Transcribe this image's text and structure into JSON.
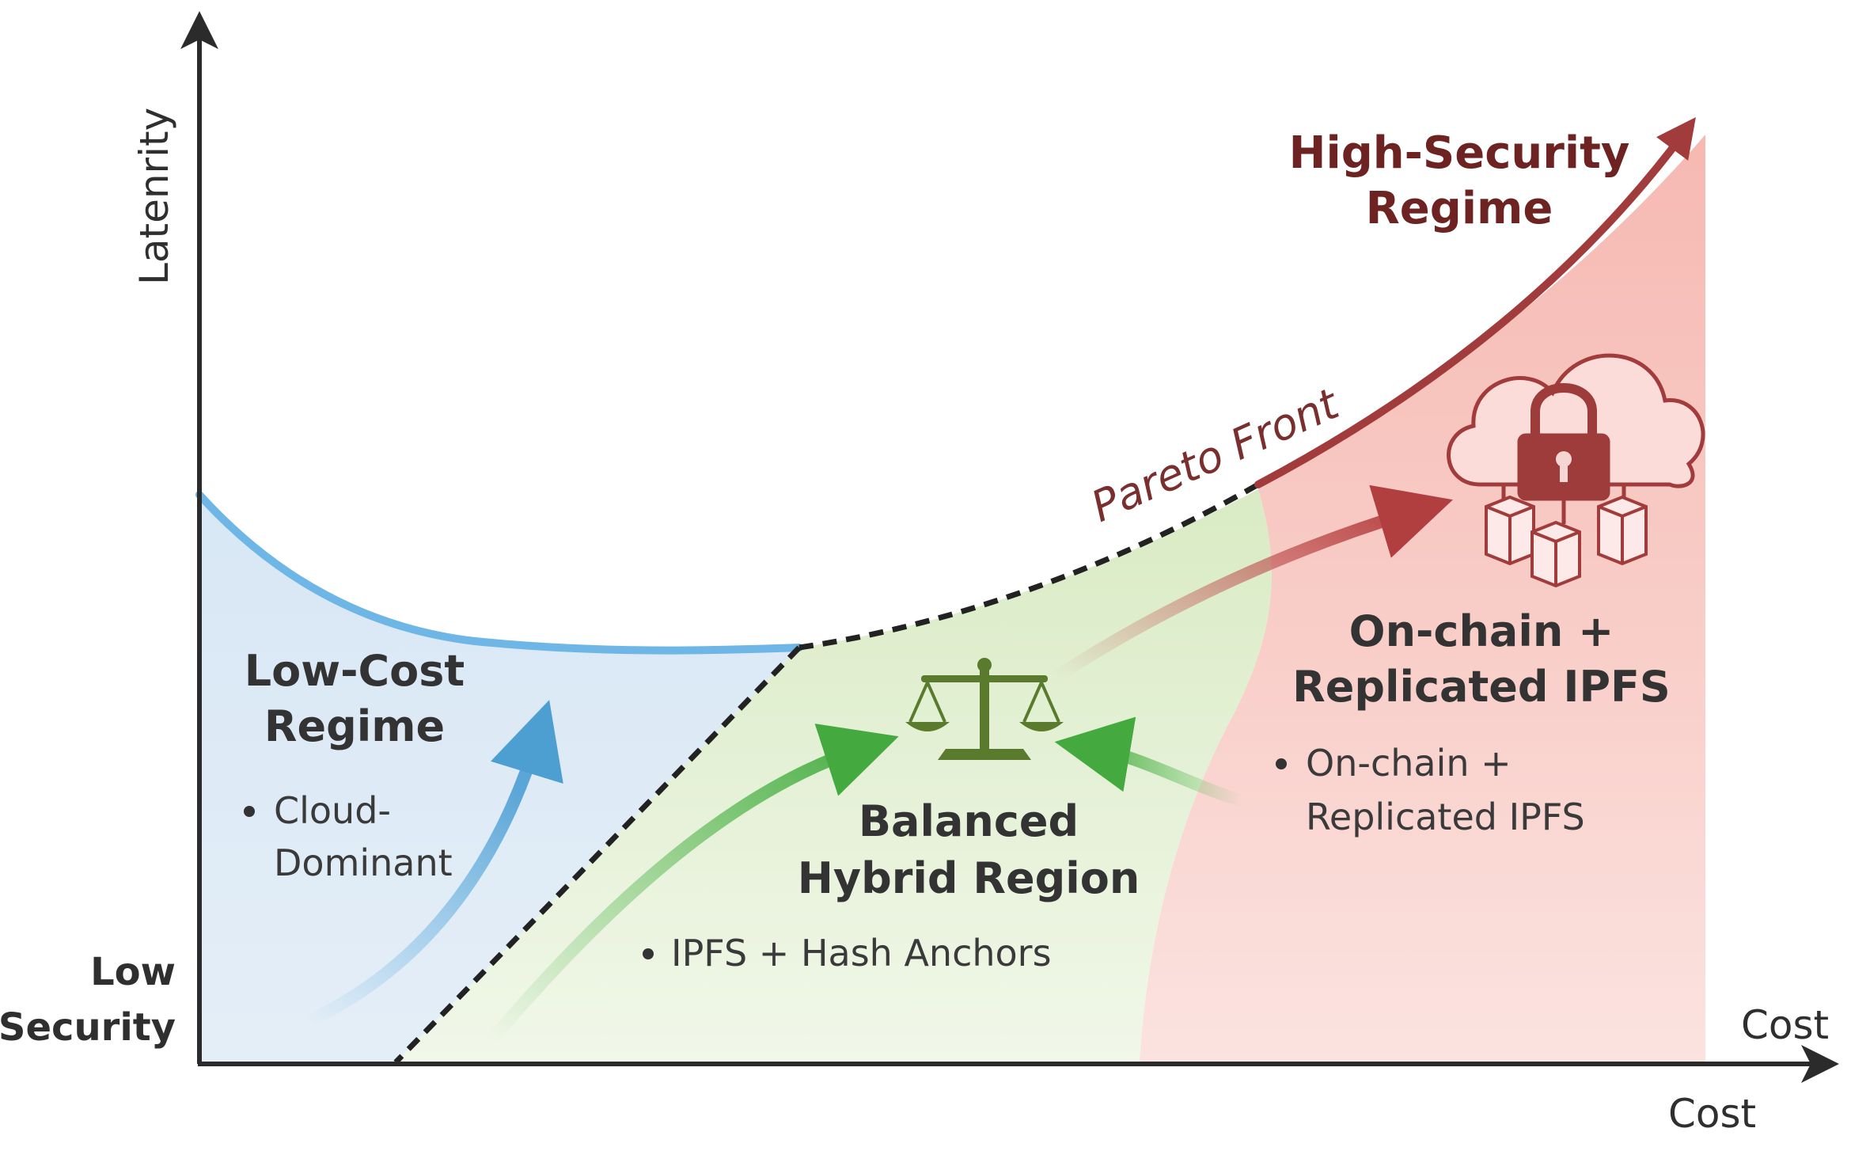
{
  "axes": {
    "y_label": "Latenrity",
    "x_label_inner": "Cost",
    "x_label_outer": "Cost",
    "origin_label_line1": "Low",
    "origin_label_line2": "Security"
  },
  "front_label": "Pareto Front",
  "regions": {
    "low_cost": {
      "title_line1": "Low-Cost",
      "title_line2": "Regime",
      "bullet_line1": "Cloud-",
      "bullet_line2": "Dominant",
      "color": "#5aa6d6"
    },
    "balanced": {
      "title_line1": "Balanced",
      "title_line2": "Hybrid Region",
      "bullet": "IPFS + Hash Anchors",
      "icon": "balance-scale-icon",
      "color": "#5fbf5a"
    },
    "high_security": {
      "title_line1": "High-Security",
      "title_line2": "Regime",
      "subtitle_line1": "On-chain +",
      "subtitle_line2": "Replicated IPFS",
      "bullet_line1": "On-chain +",
      "bullet_line2": "Replicated IPFS",
      "icon": "cloud-lock-icon",
      "color": "#9e3b3b"
    }
  },
  "colors": {
    "axis": "#2b2b2b",
    "text": "#2f2f2f",
    "low_fill": "#dce9f5",
    "mid_fill": "#e3efd3",
    "high_fill": "#f8c9c4",
    "curve_blue": "#6db6e6",
    "curve_red": "#a23c3c",
    "dash": "#222222"
  }
}
